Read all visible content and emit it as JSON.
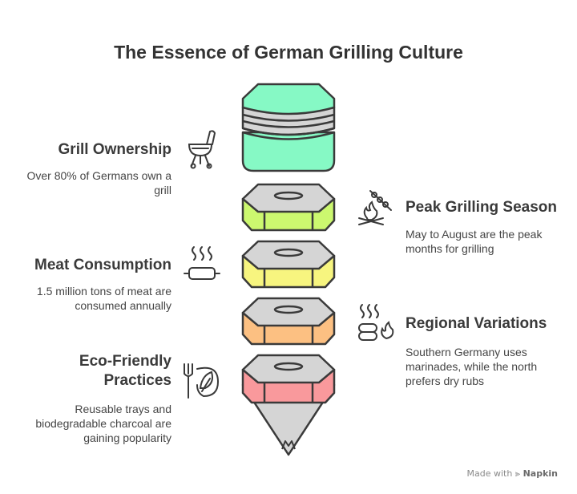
{
  "title": "The Essence of German Grilling Culture",
  "colors": {
    "top_layer": "#86f9c5",
    "layer_2": "#ccf86f",
    "layer_3": "#f7f57f",
    "layer_4": "#fcc082",
    "layer_5": "#f9999c",
    "outline": "#3a3a3a"
  },
  "items": [
    {
      "heading": "Grill Ownership",
      "description_lines": [
        "Over 80% of Germans own a",
        "grill"
      ],
      "icon": "grill-icon"
    },
    {
      "heading": "Peak Grilling Season",
      "description_lines": [
        "May to August are the peak",
        "months for grilling"
      ],
      "icon": "campfire-skewer-icon"
    },
    {
      "heading": "Meat Consumption",
      "description_lines": [
        "1.5 million tons of meat are",
        "consumed annually"
      ],
      "icon": "hot-steak-icon"
    },
    {
      "heading": "Regional Variations",
      "description_lines": [
        "Southern Germany uses",
        "marinades, while the north",
        "prefers dry rubs"
      ],
      "icon": "sausage-fire-icon"
    },
    {
      "heading_lines": [
        "Eco-Friendly",
        "Practices"
      ],
      "description_lines": [
        "Reusable trays and",
        "biodegradable charcoal are",
        "gaining popularity"
      ],
      "icon": "fork-leaf-plate-icon"
    }
  ],
  "footer": {
    "prefix": "Made with",
    "brand": "Napkin"
  }
}
